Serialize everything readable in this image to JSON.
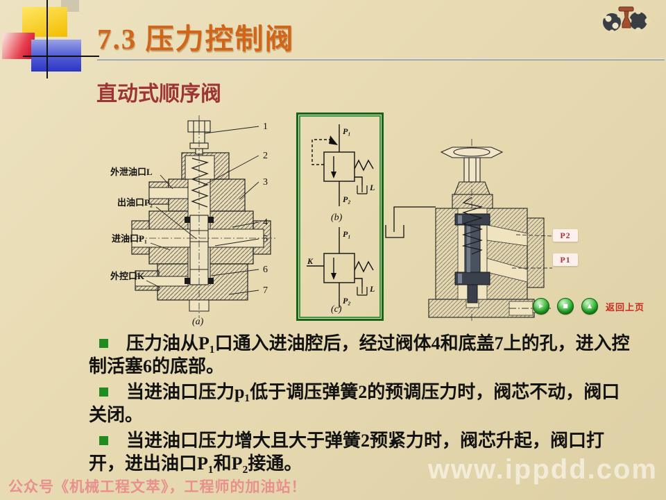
{
  "header": {
    "title": "7.3 压力控制阀",
    "subtitle": "直动式顺序阀"
  },
  "figures": {
    "a": {
      "caption": "(a)",
      "port_labels": [
        "外泄油口L",
        "出油口P₂",
        "进油口P₁",
        "外控口K"
      ],
      "part_numbers": [
        "1",
        "2",
        "3",
        "4",
        "5",
        "6",
        "7"
      ]
    },
    "b": {
      "caption": "(b)",
      "top_port": "P₁",
      "bottom_port": "P₂",
      "drain_label": "L"
    },
    "c": {
      "caption": "(c)",
      "top_port": "P₁",
      "bottom_port": "P₂",
      "drain_label": "L",
      "pilot_label": "K"
    },
    "right": {
      "port_tags": [
        "P2",
        "P1"
      ]
    }
  },
  "nav": {
    "buttons": [
      {
        "name": "play",
        "glyph": "▶"
      },
      {
        "name": "stop",
        "glyph": "■"
      },
      {
        "name": "up",
        "glyph": "▲"
      }
    ],
    "return_label": "返回上页"
  },
  "bullets": [
    "压力油从P₁口通入进油腔后，经过阀体4和底盖7上的孔，进入控制活塞6的底部。",
    "当进油口压力p₁低于调压弹簧2的预调压力时，阀芯不动，阀口关闭。",
    "当进油口压力增大且大于弹簧2预紧力时，阀芯升起，阀口打开，进出油口P₁和P₂接通。"
  ],
  "footer": "公众号《机械工程文萃》，工程师的加油站！",
  "watermark": "www.ippdd.com",
  "colors": {
    "background": "#E9DCB4",
    "title": "#D0661A",
    "subtitle": "#9C3534",
    "bullet_marker": "#1E8C1E",
    "footer_text": "#E8908E",
    "symbol_border_green": "#17651C",
    "port_tag_text": "#A4373B",
    "nav_button_green": "#2FA32F"
  }
}
